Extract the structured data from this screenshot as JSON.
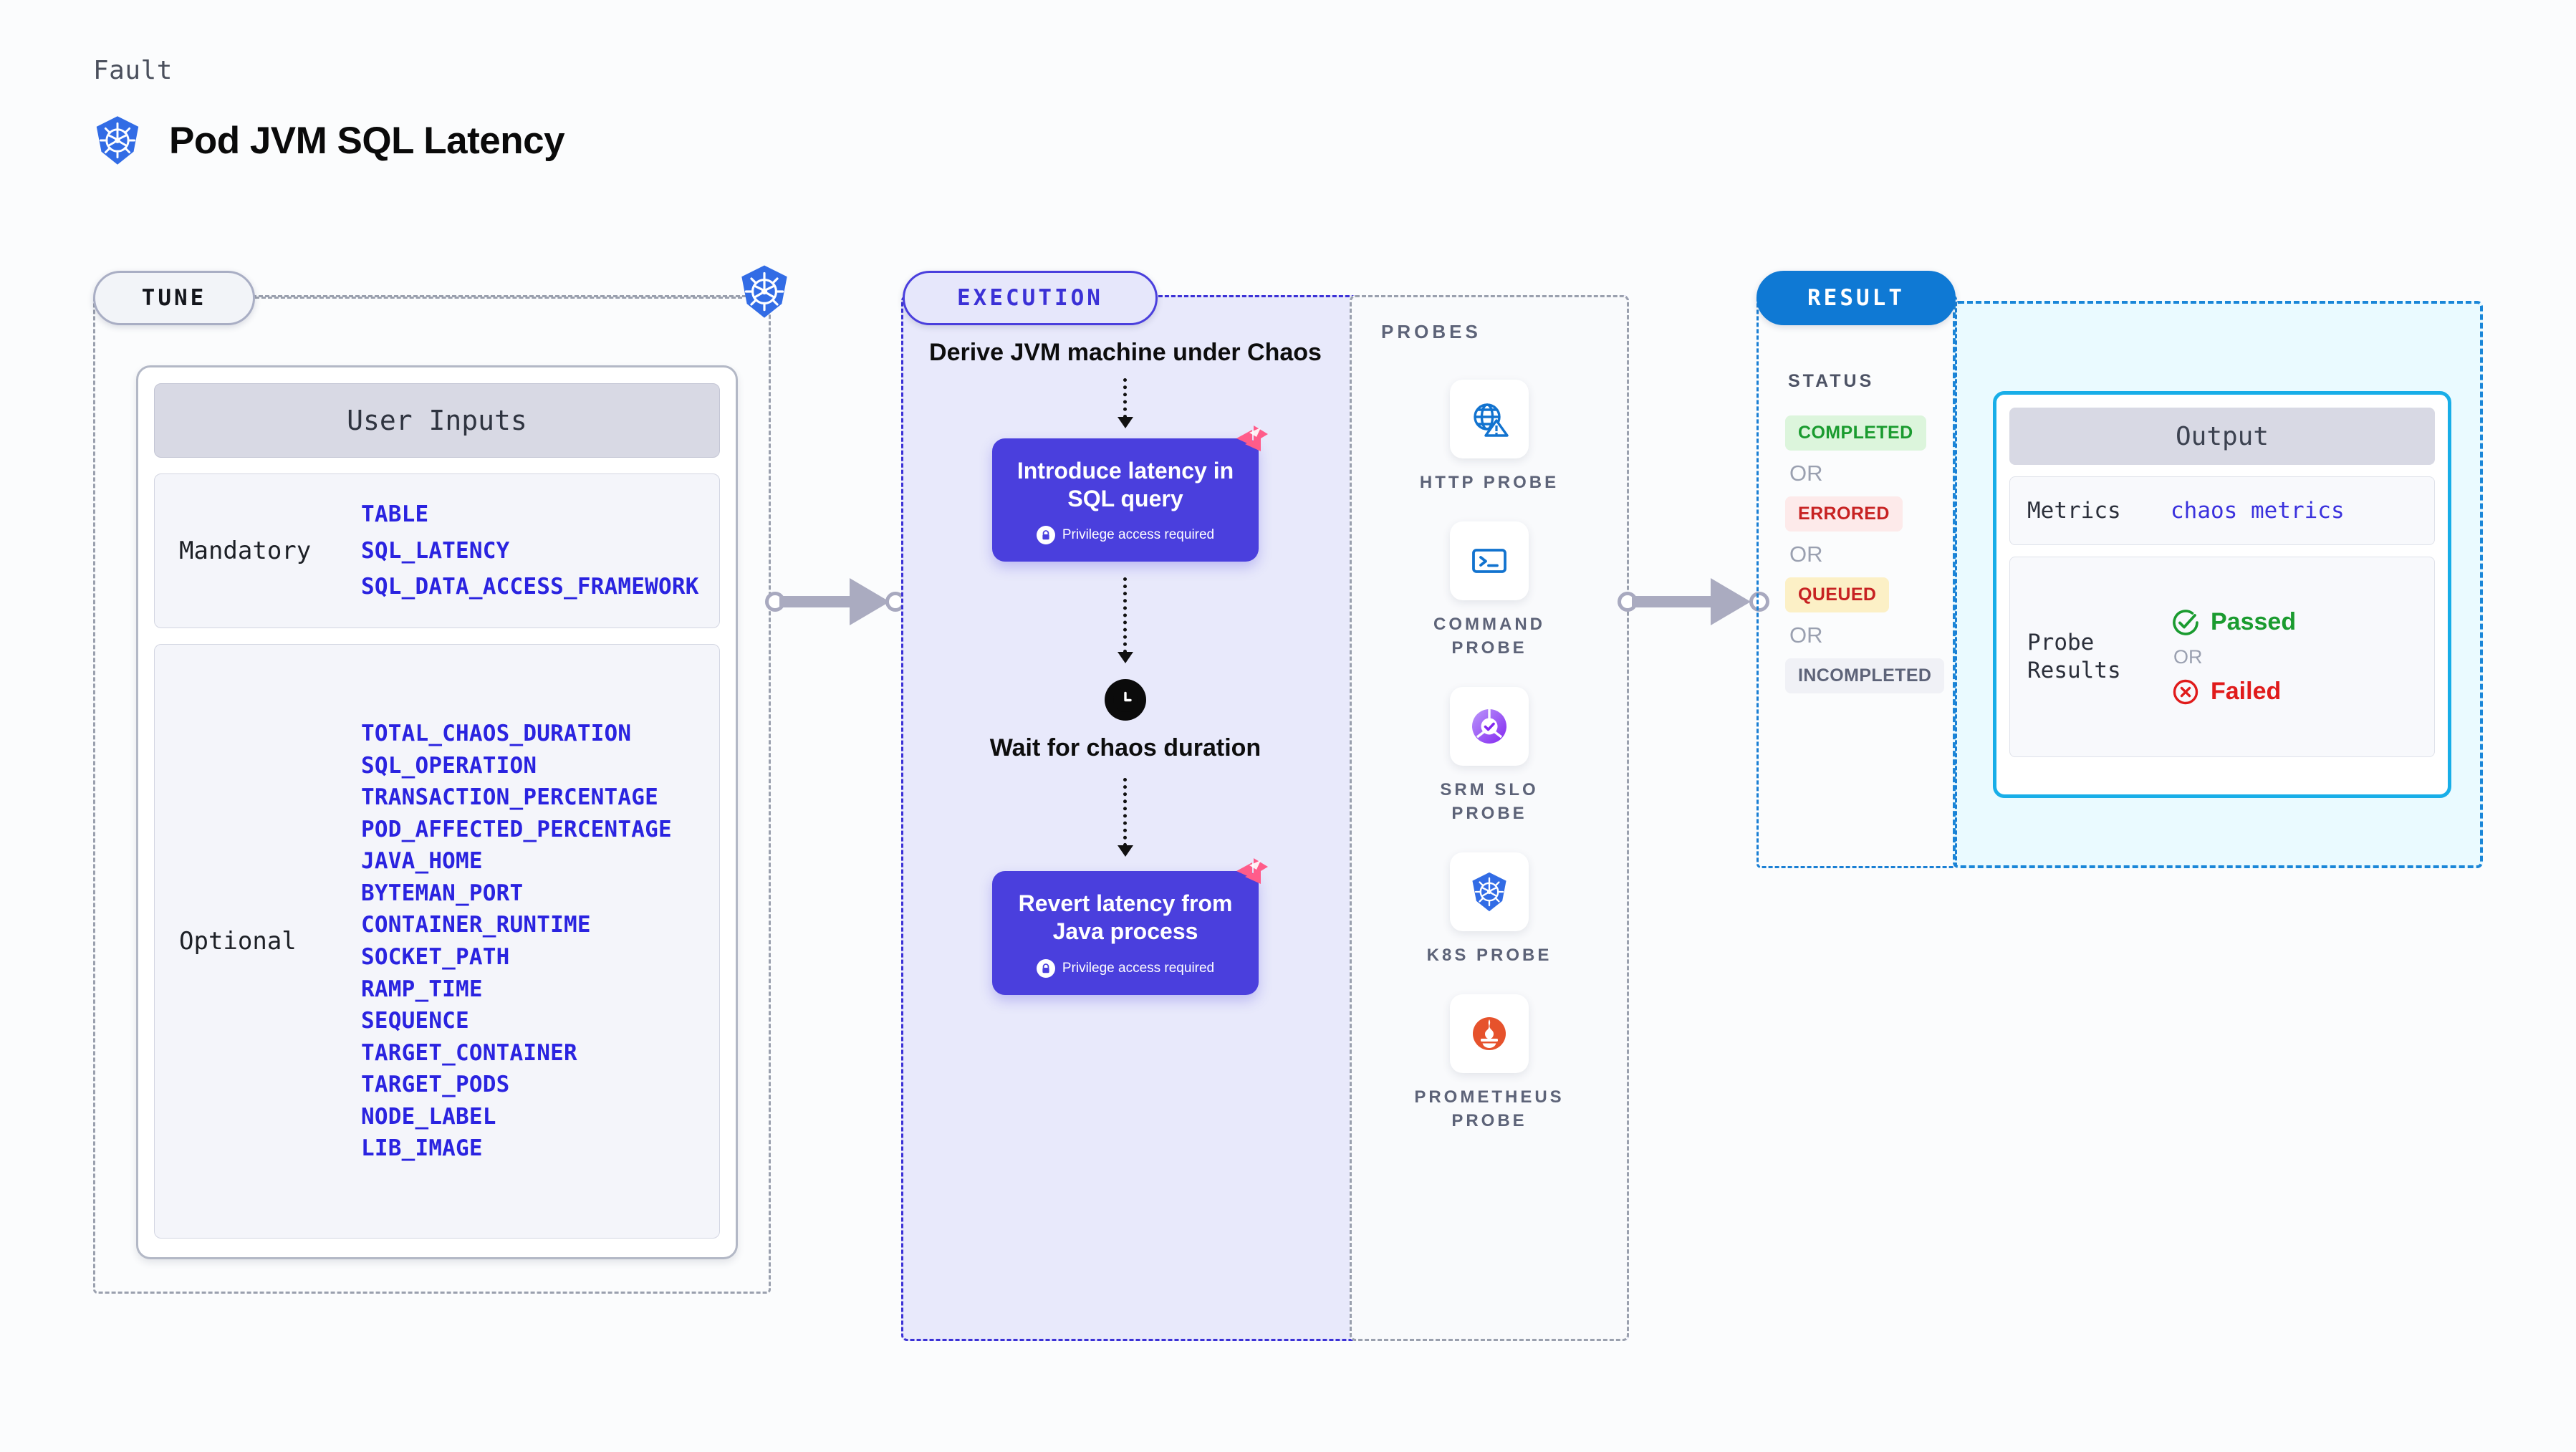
{
  "header": {
    "eyebrow": "Fault",
    "title": "Pod JVM SQL Latency",
    "icon": "kubernetes-icon"
  },
  "sections": {
    "tune": {
      "label": "TUNE"
    },
    "execution": {
      "label": "EXECUTION"
    },
    "probes": {
      "label": "PROBES"
    },
    "result": {
      "label": "RESULT"
    }
  },
  "user_inputs": {
    "card_title": "User Inputs",
    "groups": [
      {
        "label": "Mandatory",
        "params": [
          "TABLE",
          "SQL_LATENCY",
          "SQL_DATA_ACCESS_FRAMEWORK"
        ]
      },
      {
        "label": "Optional",
        "params": [
          "TOTAL_CHAOS_DURATION",
          "SQL_OPERATION",
          "TRANSACTION_PERCENTAGE",
          "POD_AFFECTED_PERCENTAGE",
          "JAVA_HOME",
          "BYTEMAN_PORT",
          "CONTAINER_RUNTIME",
          "SOCKET_PATH",
          "RAMP_TIME",
          "SEQUENCE",
          "TARGET_CONTAINER",
          "TARGET_PODS",
          "NODE_LABEL",
          "LIB_IMAGE"
        ]
      }
    ]
  },
  "execution_flow": {
    "step_derive": "Derive JVM machine under Chaos",
    "action_introduce": {
      "title": "Introduce latency in SQL query",
      "privilege_note": "Privilege access required"
    },
    "step_wait": "Wait for chaos duration",
    "action_revert": {
      "title": "Revert latency from Java process",
      "privilege_note": "Privilege access required"
    }
  },
  "probes": [
    {
      "name": "HTTP PROBE",
      "icon": "globe-warning-icon"
    },
    {
      "name": "COMMAND PROBE",
      "icon": "terminal-icon"
    },
    {
      "name": "SRM SLO PROBE",
      "icon": "srm-slo-icon"
    },
    {
      "name": "K8S PROBE",
      "icon": "kubernetes-icon"
    },
    {
      "name": "PROMETHEUS PROBE",
      "icon": "prometheus-icon"
    }
  ],
  "result": {
    "status_heading": "STATUS",
    "or_label": "OR",
    "statuses": [
      {
        "label": "COMPLETED",
        "color": "#1a9b2f",
        "bg": "#dcf5dc"
      },
      {
        "label": "ERRORED",
        "color": "#c72222",
        "bg": "#fdeaea"
      },
      {
        "label": "QUEUED",
        "color": "#c72222",
        "bg": "#fcf0c6"
      },
      {
        "label": "INCOMPLETED",
        "color": "#5d6378",
        "bg": "#f0f1f6"
      }
    ]
  },
  "output": {
    "card_title": "Output",
    "metrics_key": "Metrics",
    "metrics_value": "chaos metrics",
    "probe_results_key": "Probe Results",
    "passed_label": "Passed",
    "or_label": "OR",
    "failed_label": "Failed"
  },
  "colors": {
    "accent_purple": "#4a3fdd",
    "accent_blue": "#0f79d4",
    "accent_cyan": "#18aee8",
    "param_blue": "#2a23e0",
    "harness_pink": "#ff5c8a"
  }
}
